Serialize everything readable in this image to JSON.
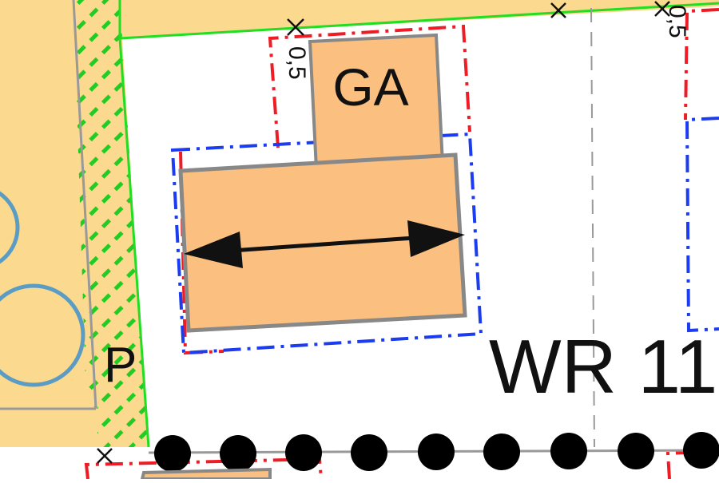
{
  "map": {
    "zone_label": "WR 11",
    "garage_label": "GA",
    "parking_label": "P",
    "setback_label_left": "0,5",
    "setback_label_right": "0,5"
  },
  "colors": {
    "plot_fill": "#fbd98e",
    "building_fill": "#fbbf7f",
    "green_line": "#22dd22",
    "red_boundary": "#ee1c25",
    "blue_boundary": "#1c3cf0",
    "tree_outline": "#5b9cc4",
    "dot": "#000000"
  }
}
